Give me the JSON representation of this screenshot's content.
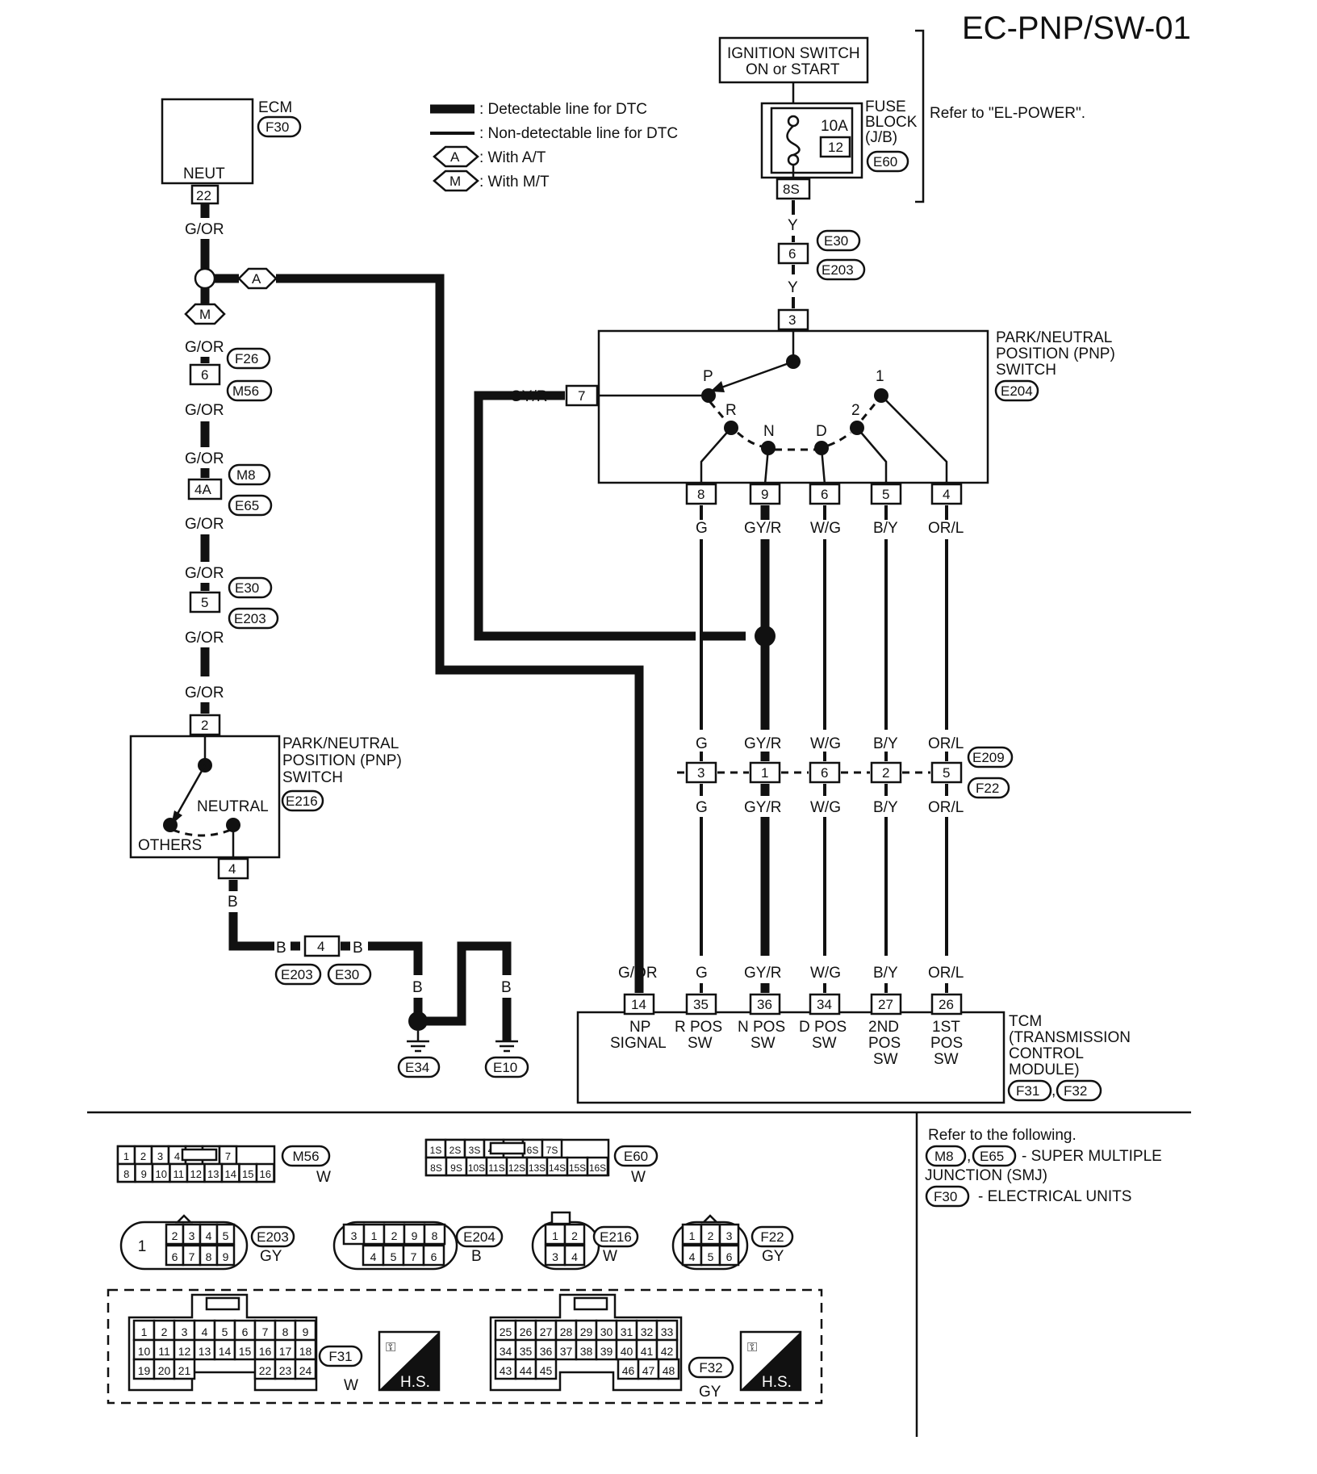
{
  "page_code": "EC-PNP/SW-01",
  "legend": {
    "detectable": ": Detectable line for DTC",
    "non_detectable": ": Non-detectable line for DTC",
    "at_symbol": "A",
    "at_label": ": With A/T",
    "mt_symbol": "M",
    "mt_label": ": With M/T"
  },
  "power": {
    "ignition_line1": "IGNITION SWITCH",
    "ignition_line2": "ON or START",
    "fuse_rating": "10A",
    "fuse_no": "12",
    "fuse_block_line1": "FUSE",
    "fuse_block_line2": "BLOCK",
    "fuse_block_line3": "(J/B)",
    "fuse_block_conn": "E60",
    "fuse_pin": "8S",
    "refer": "Refer to \"EL-POWER\"."
  },
  "ecm": {
    "name": "ECM",
    "conn": "F30",
    "pin_label": "NEUT",
    "pin": "22"
  },
  "left_wires": {
    "g_or": "G/OR",
    "f26": "F26",
    "m56": "M56",
    "pin6": "6",
    "m8": "M8",
    "e65": "E65",
    "pin4a": "4A",
    "e30": "E30",
    "e203": "E203",
    "pin5": "5"
  },
  "mt_switch": {
    "pin_top": "2",
    "title1": "PARK/NEUTRAL",
    "title2": "POSITION (PNP)",
    "title3": "SWITCH",
    "conn": "E216",
    "neutral": "NEUTRAL",
    "others": "OTHERS",
    "pin_bottom": "4",
    "wire": "B"
  },
  "ground": {
    "wire_b": "B",
    "joint_pin": "4",
    "joint_conn1": "E203",
    "joint_conn2": "E30",
    "g1": "E34",
    "g2": "E10"
  },
  "right_feed": {
    "wire_y": "Y",
    "pin6": "6",
    "conn1": "E30",
    "conn2": "E203",
    "pin3": "3"
  },
  "at_switch": {
    "title1": "PARK/NEUTRAL",
    "title2": "POSITION (PNP)",
    "title3": "SWITCH",
    "conn": "E204",
    "pin7": "7",
    "wire7": "GY/R",
    "pos_p": "P",
    "pos_r": "R",
    "pos_n": "N",
    "pos_d": "D",
    "pos_2": "2",
    "pos_1": "1",
    "pins": [
      "8",
      "9",
      "6",
      "5",
      "4"
    ]
  },
  "wire_colors": [
    "G",
    "GY/R",
    "W/G",
    "B/Y",
    "OR/L"
  ],
  "mid_connector": {
    "pins": [
      "3",
      "1",
      "6",
      "2",
      "5"
    ],
    "conn1": "E209",
    "conn2": "F22"
  },
  "tcm": {
    "wire_np": "G/OR",
    "pins": [
      "14",
      "35",
      "36",
      "34",
      "27",
      "26"
    ],
    "labels": [
      [
        "NP",
        "SIGNAL"
      ],
      [
        "R POS",
        "SW"
      ],
      [
        "N POS",
        "SW"
      ],
      [
        "D POS",
        "SW"
      ],
      [
        "2ND",
        "POS",
        "SW"
      ],
      [
        "1ST",
        "POS",
        "SW"
      ]
    ],
    "name1": "TCM",
    "name2": "(TRANSMISSION",
    "name3": "CONTROL",
    "name4": "MODULE)",
    "conn1": "F31",
    "conn2": "F32"
  },
  "connectors": {
    "m56_row1": [
      "1",
      "2",
      "3",
      "4",
      "5",
      "6",
      "7"
    ],
    "m56_row2": [
      "8",
      "9",
      "10",
      "11",
      "12",
      "13",
      "14",
      "15",
      "16"
    ],
    "m56_name": "M56",
    "m56_color": "W",
    "e60_row1": [
      "1S",
      "2S",
      "3S",
      "4S",
      "5S",
      "6S",
      "7S"
    ],
    "e60_row2": [
      "8S",
      "9S",
      "10S",
      "11S",
      "12S",
      "13S",
      "14S",
      "15S",
      "16S"
    ],
    "e60_name": "E60",
    "e60_color": "W",
    "e203_single": "1",
    "e203_row1": [
      "2",
      "3",
      "4",
      "5"
    ],
    "e203_row2": [
      "6",
      "7",
      "8",
      "9"
    ],
    "e203_name": "E203",
    "e203_color": "GY",
    "e204_row1": [
      "3",
      "1",
      "2",
      "9",
      "8"
    ],
    "e204_row2": [
      "4",
      "5",
      "7",
      "6"
    ],
    "e204_name": "E204",
    "e204_color": "B",
    "e216_row1": [
      "1",
      "2"
    ],
    "e216_row2": [
      "3",
      "4"
    ],
    "e216_name": "E216",
    "e216_color": "W",
    "f22_row1": [
      "1",
      "2",
      "3"
    ],
    "f22_row2": [
      "4",
      "5",
      "6"
    ],
    "f22_name": "F22",
    "f22_color": "GY",
    "f31_row1": [
      "1",
      "2",
      "3",
      "4",
      "5",
      "6",
      "7",
      "8",
      "9"
    ],
    "f31_row2": [
      "10",
      "11",
      "12",
      "13",
      "14",
      "15",
      "16",
      "17",
      "18"
    ],
    "f31_row3a": [
      "19",
      "20",
      "21"
    ],
    "f31_row3b": [
      "22",
      "23",
      "24"
    ],
    "f31_name": "F31",
    "f31_color": "W",
    "f32_row1": [
      "25",
      "26",
      "27",
      "28",
      "29",
      "30",
      "31",
      "32",
      "33"
    ],
    "f32_row2": [
      "34",
      "35",
      "36",
      "37",
      "38",
      "39",
      "40",
      "41",
      "42"
    ],
    "f32_row3a": [
      "43",
      "44",
      "45"
    ],
    "f32_row3b": [
      "46",
      "47",
      "48"
    ],
    "f32_name": "F32",
    "f32_color": "GY",
    "hs": "H.S."
  },
  "refer_box": {
    "line1": "Refer to the following.",
    "c1": "M8",
    "c2": "E65",
    "line2": "- SUPER MULTIPLE",
    "line3": "JUNCTION (SMJ)",
    "c3": "F30",
    "line4": "- ELECTRICAL UNITS"
  }
}
